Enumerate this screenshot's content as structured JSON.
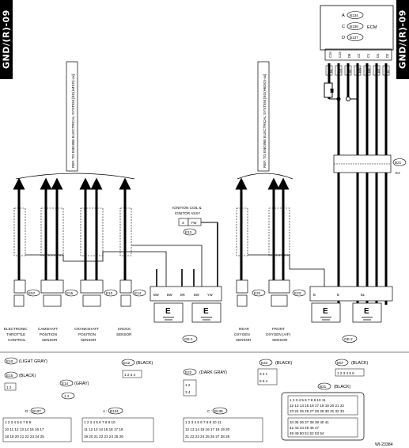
{
  "side_tab": "GND/(R)-09",
  "ecm": {
    "title": "ECM",
    "rows": [
      {
        "letter": "A",
        "conn": "B134"
      },
      {
        "letter": "C",
        "conn": "B136"
      },
      {
        "letter": "D",
        "conn": "B137"
      }
    ],
    "pins": [
      "C16",
      "C15",
      "D8",
      "C2",
      "C1",
      "D1",
      "D2",
      "D3"
    ],
    "wire_colors": [
      "BL",
      "SY",
      "W",
      "BW",
      "BR",
      "BY",
      "B",
      "B"
    ]
  },
  "ref_boxes": [
    "REF. TO ENGINE ELECTRICAL SYSTEM [EG(H4SO)-xx]",
    "REF. TO ENGINE ELECTRICAL SYSTEM [EG(H6DO)-xx]"
  ],
  "ignition": {
    "label_line1": "IGNITION COIL &",
    "label_line2": "IGNITOR ASSY",
    "pin": "3",
    "wire": "YW",
    "conn": "E12"
  },
  "b21": {
    "conn": "B21",
    "sub": "E2",
    "pins": [
      "SY",
      "52",
      "BW",
      "53",
      "BY",
      "B"
    ]
  },
  "sensors": [
    {
      "id": "E57",
      "line1": "ELECTRONIC",
      "line2": "THROTTLE",
      "line3": "CONTROL"
    },
    {
      "id": "E15",
      "line1": "CAMSHAFT",
      "line2": "POSITION",
      "line3": "SENSOR"
    },
    {
      "id": "E10",
      "line1": "CRANKSHAFT",
      "line2": "POSITION",
      "line3": "SENSOR"
    },
    {
      "id": "E14",
      "line1": "KNOCK",
      "line2": "SENSOR",
      "line3": ""
    },
    {
      "id": "E22",
      "line1": "REAR",
      "line2": "OXYGEN",
      "line3": "SENSOR"
    },
    {
      "id": "E23",
      "line1": "FRONT",
      "line2": "OXYGEN (A/F)",
      "line3": "SENSOR"
    }
  ],
  "grounds": [
    "GE-1",
    "GE-2"
  ],
  "wires_left": [
    "BW",
    "BW",
    "BR",
    "BW",
    "YW"
  ],
  "wires_right": [
    "B",
    "B",
    "BL"
  ],
  "connectors": {
    "e10": {
      "id": "E10",
      "color": "(LIGHT GRAY)"
    },
    "e15": {
      "id": "E15",
      "color": "(BLACK)"
    },
    "e14": {
      "id": "E14",
      "color": "(GRAY)"
    },
    "e12": {
      "id": "E12",
      "color": "(BLACK)"
    },
    "e22": {
      "id": "E22",
      "color": "(DARK GRAY)"
    },
    "e23": {
      "id": "E23",
      "color": "(BLACK)"
    },
    "e57": {
      "id": "E57",
      "color": "(BLACK)"
    },
    "b21": {
      "id": "B21",
      "color": "(BLACK)"
    },
    "d": {
      "letter": "D :",
      "id": "B137"
    },
    "a": {
      "letter": "A :",
      "id": "B134"
    },
    "c": {
      "letter": "C :",
      "id": "B136"
    }
  },
  "figure_id": "WI-23384"
}
